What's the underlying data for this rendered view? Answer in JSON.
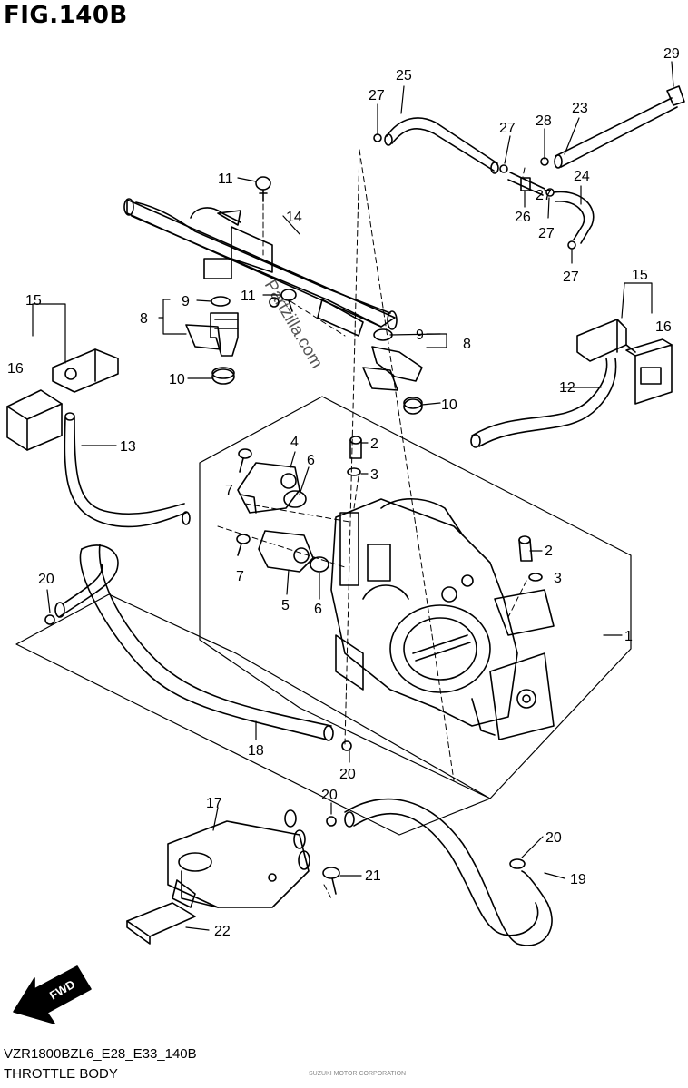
{
  "figure": {
    "title": "FIG.140B",
    "code": "VZR1800BZL6_E28_E33_140B",
    "name": "THROTTLE BODY",
    "watermark": "Partzilla.com",
    "fwd_label": "FWD",
    "tiny_print": "SUZUKI MOTOR CORPORATION"
  },
  "callouts": [
    "1",
    "2",
    "2",
    "3",
    "3",
    "4",
    "5",
    "6",
    "6",
    "7",
    "7",
    "8",
    "8",
    "9",
    "9",
    "10",
    "10",
    "11",
    "11",
    "12",
    "13",
    "14",
    "15",
    "15",
    "16",
    "16",
    "17",
    "18",
    "19",
    "20",
    "20",
    "20",
    "20",
    "21",
    "22",
    "23",
    "24",
    "25",
    "26",
    "27",
    "27",
    "27",
    "27",
    "27",
    "28",
    "29"
  ]
}
